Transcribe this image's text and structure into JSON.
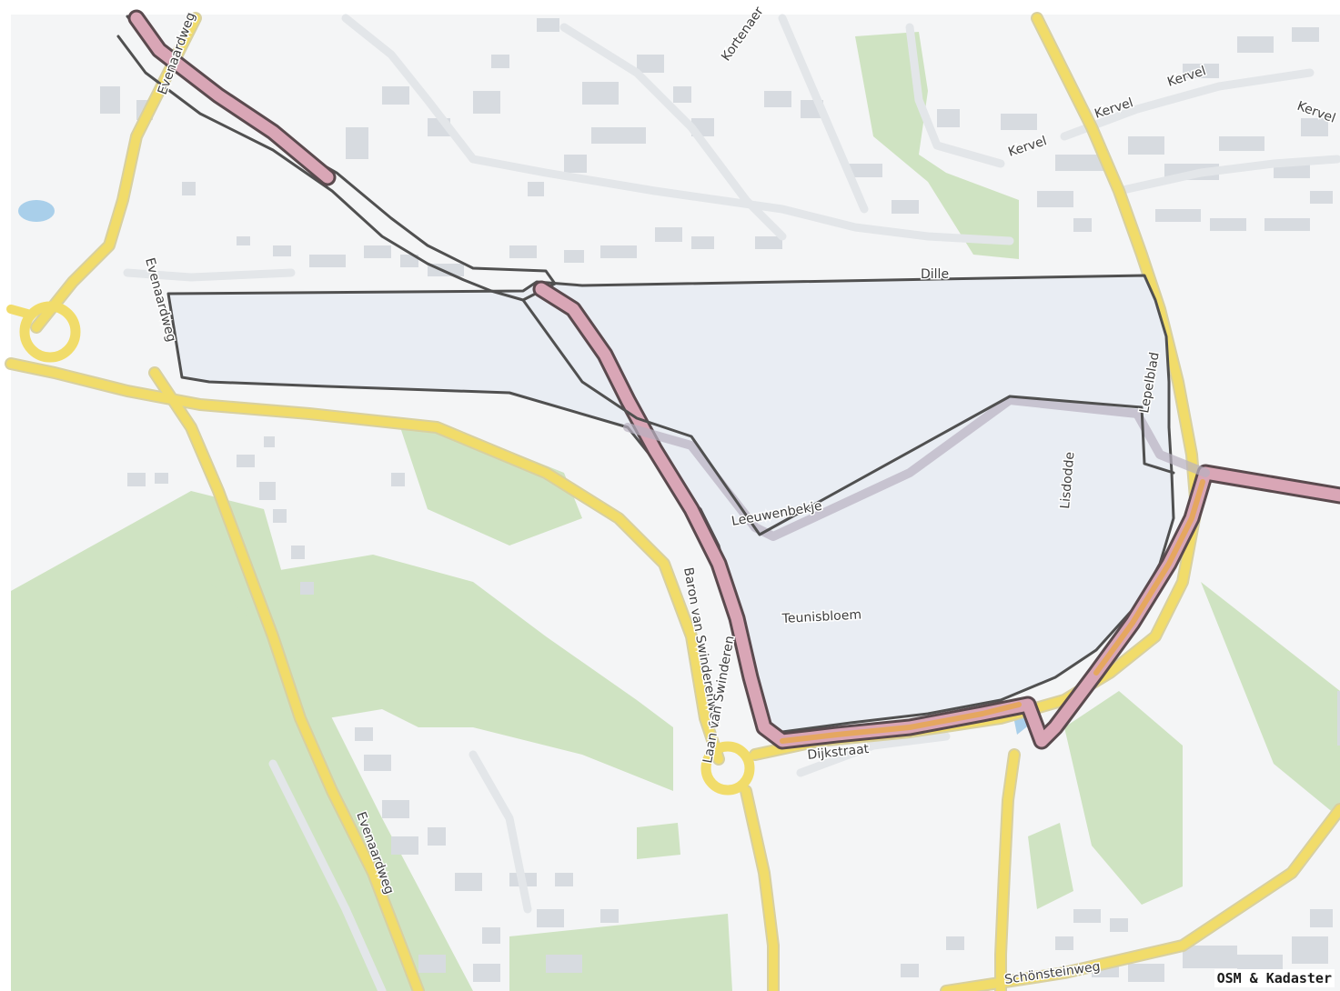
{
  "map": {
    "colors": {
      "background": "#ffffff",
      "canvas": "#f4f5f6",
      "green": "#cfe3c2",
      "water": "#a9cfea",
      "building": "#d7dbe0",
      "minor_road": "#e3e6e9",
      "major_road": "#f1dc6a",
      "study_area_fill": "#e9edf3",
      "study_area_outline": "#505050",
      "route_pink": "#d9a6b6",
      "route_orange": "#e5a760"
    },
    "street_labels": [
      {
        "id": "top-left",
        "text": "Evenaardweg"
      },
      {
        "id": "kortenaer",
        "text": "Kortenaer"
      },
      {
        "id": "kervel-1",
        "text": "Kervel"
      },
      {
        "id": "kervel-2",
        "text": "Kervel"
      },
      {
        "id": "kervel-3",
        "text": "Kervel"
      },
      {
        "id": "kervel-4",
        "text": "Kervel"
      },
      {
        "id": "dille",
        "text": "Dille"
      },
      {
        "id": "evenaardweg-west",
        "text": "Evenaardweg"
      },
      {
        "id": "lepelblad",
        "text": "Lepelblad"
      },
      {
        "id": "lisdodde",
        "text": "Lisdodde"
      },
      {
        "id": "leeuwenbekje",
        "text": "Leeuwenbekje"
      },
      {
        "id": "teunisbloem",
        "text": "Teunisbloem"
      },
      {
        "id": "baron",
        "text": "Baron van Swinderenweg"
      },
      {
        "id": "laan",
        "text": "Laan van Swinderen"
      },
      {
        "id": "dijkstraat",
        "text": "Dijkstraat"
      },
      {
        "id": "evenaardweg-south",
        "text": "Evenaardweg"
      },
      {
        "id": "schonsteinweg",
        "text": "Schönsteinweg"
      }
    ],
    "attribution": "OSM & Kadaster"
  }
}
